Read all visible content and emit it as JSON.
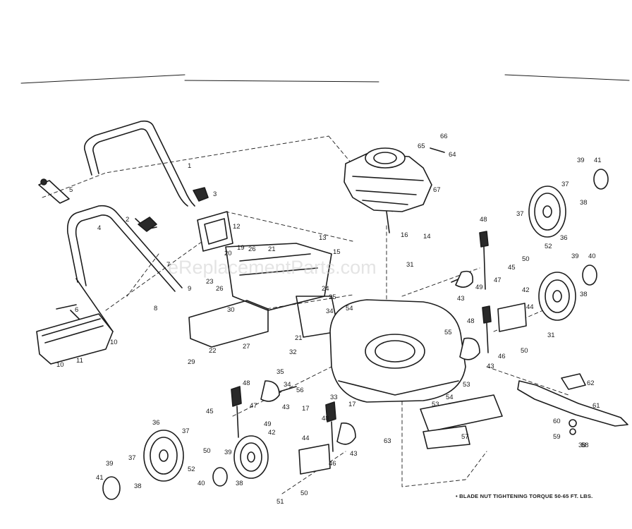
{
  "watermark": "eReplacementParts.com",
  "note": "• BLADE NUT TIGHTENING TORQUE 50-65 FT. LBS.",
  "callouts": [
    "1",
    "2",
    "3",
    "4",
    "5",
    "6",
    "7",
    "8",
    "9",
    "10",
    "11",
    "12",
    "13",
    "14",
    "15",
    "16",
    "17",
    "19",
    "20",
    "21",
    "22",
    "23",
    "24",
    "25",
    "26",
    "27",
    "29",
    "30",
    "31",
    "32",
    "33",
    "34",
    "35",
    "36",
    "37",
    "38",
    "39",
    "40",
    "41",
    "42",
    "43",
    "44",
    "45",
    "46",
    "47",
    "48",
    "49",
    "50",
    "51",
    "52",
    "53",
    "54",
    "55",
    "56",
    "57",
    "58",
    "59",
    "60",
    "61",
    "62",
    "63",
    "64",
    "65",
    "66",
    "67"
  ]
}
